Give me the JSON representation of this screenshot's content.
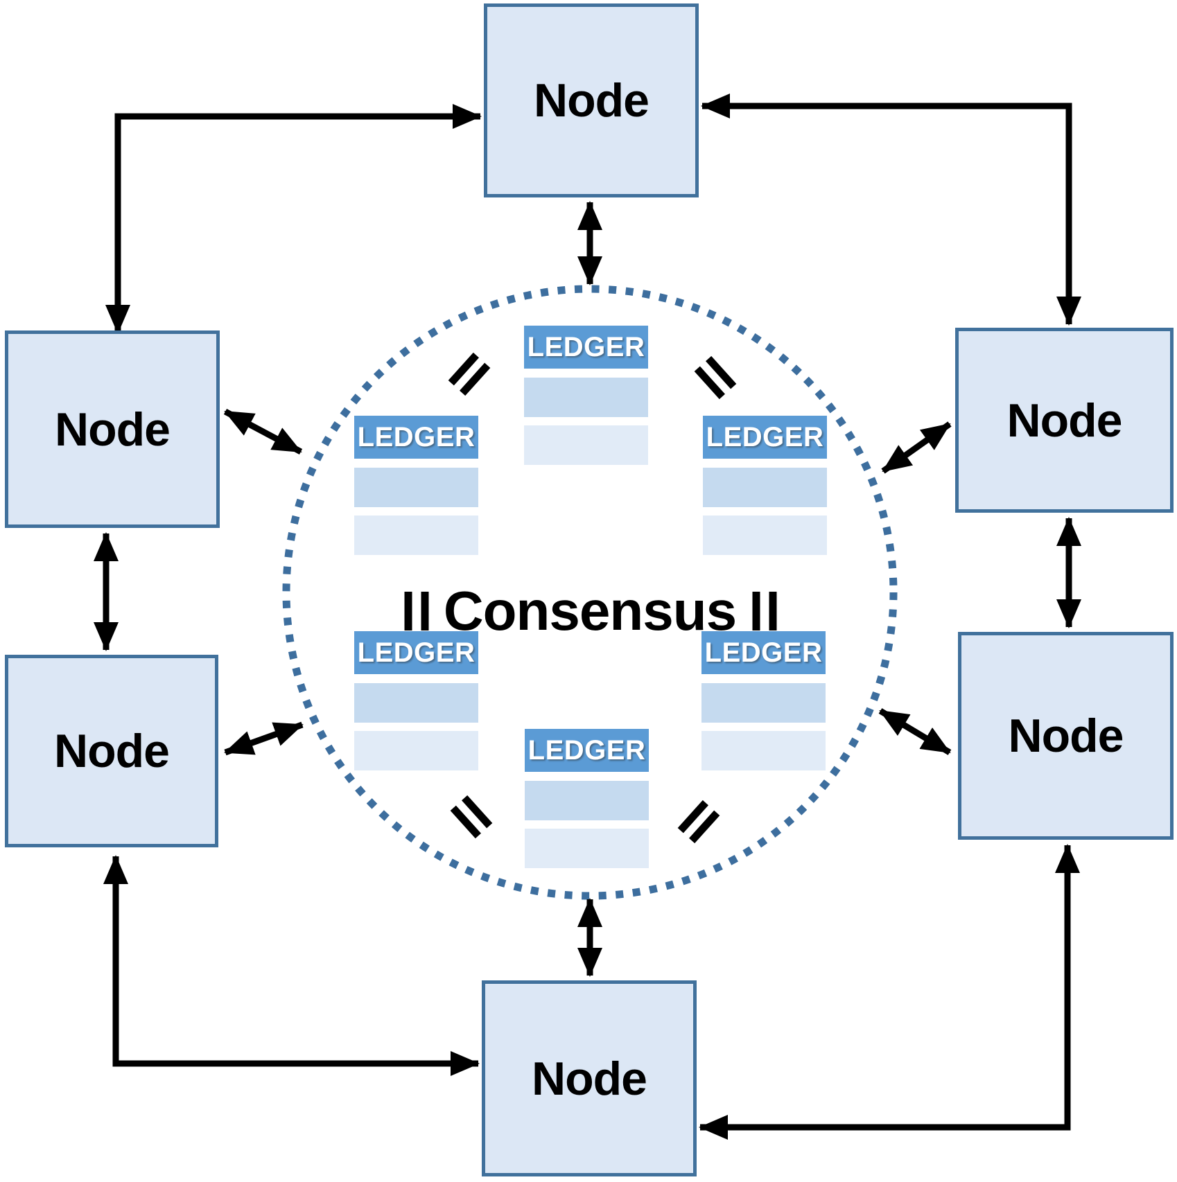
{
  "consensus_label": "Consensus",
  "nodes": [
    {
      "position": "top",
      "label": "Node"
    },
    {
      "position": "left-upper",
      "label": "Node"
    },
    {
      "position": "left-lower",
      "label": "Node"
    },
    {
      "position": "right-upper",
      "label": "Node"
    },
    {
      "position": "right-lower",
      "label": "Node"
    },
    {
      "position": "bottom",
      "label": "Node"
    }
  ],
  "ledgers": [
    {
      "position": "top-center",
      "title": "LEDGER",
      "rows": 2
    },
    {
      "position": "upper-left",
      "title": "LEDGER",
      "rows": 2
    },
    {
      "position": "upper-right",
      "title": "LEDGER",
      "rows": 2
    },
    {
      "position": "lower-left",
      "title": "LEDGER",
      "rows": 2
    },
    {
      "position": "lower-right",
      "title": "LEDGER",
      "rows": 2
    },
    {
      "position": "bottom-center",
      "title": "LEDGER",
      "rows": 2
    }
  ],
  "equals_marks": [
    {
      "position": "upper-left",
      "symbol": "="
    },
    {
      "position": "upper-right",
      "symbol": "="
    },
    {
      "position": "center-left",
      "symbol": "="
    },
    {
      "position": "center-right",
      "symbol": "="
    },
    {
      "position": "lower-left",
      "symbol": "="
    },
    {
      "position": "lower-right",
      "symbol": "="
    }
  ],
  "connections": [
    {
      "from": "node-left-upper",
      "to": "node-top",
      "shape": "elbow",
      "bidirectional": true
    },
    {
      "from": "node-right-upper",
      "to": "node-top",
      "shape": "elbow",
      "bidirectional": true
    },
    {
      "from": "node-left-lower",
      "to": "node-bottom",
      "shape": "elbow",
      "bidirectional": true
    },
    {
      "from": "node-right-lower",
      "to": "node-bottom",
      "shape": "elbow",
      "bidirectional": true
    },
    {
      "from": "node-top",
      "to": "consensus-circle",
      "shape": "straight",
      "bidirectional": true
    },
    {
      "from": "node-bottom",
      "to": "consensus-circle",
      "shape": "straight",
      "bidirectional": true
    },
    {
      "from": "node-left-upper",
      "to": "node-left-lower",
      "shape": "straight",
      "bidirectional": true
    },
    {
      "from": "node-right-upper",
      "to": "node-right-lower",
      "shape": "straight",
      "bidirectional": true
    },
    {
      "from": "node-left-upper",
      "to": "consensus-circle",
      "shape": "straight",
      "bidirectional": true
    },
    {
      "from": "node-right-upper",
      "to": "consensus-circle",
      "shape": "straight",
      "bidirectional": true
    },
    {
      "from": "node-left-lower",
      "to": "consensus-circle",
      "shape": "straight",
      "bidirectional": true
    },
    {
      "from": "node-right-lower",
      "to": "consensus-circle",
      "shape": "straight",
      "bidirectional": true
    }
  ],
  "colors": {
    "node_fill": "#dce7f5",
    "node_border": "#41719c",
    "ledger_header": "#5b9bd5",
    "ledger_row_medium": "#c5daef",
    "ledger_row_light": "#e1ebf7",
    "circle_dots": "#3d6e9e",
    "arrow": "#000000",
    "text": "#000000",
    "ledger_title_text": "#ffffff"
  }
}
